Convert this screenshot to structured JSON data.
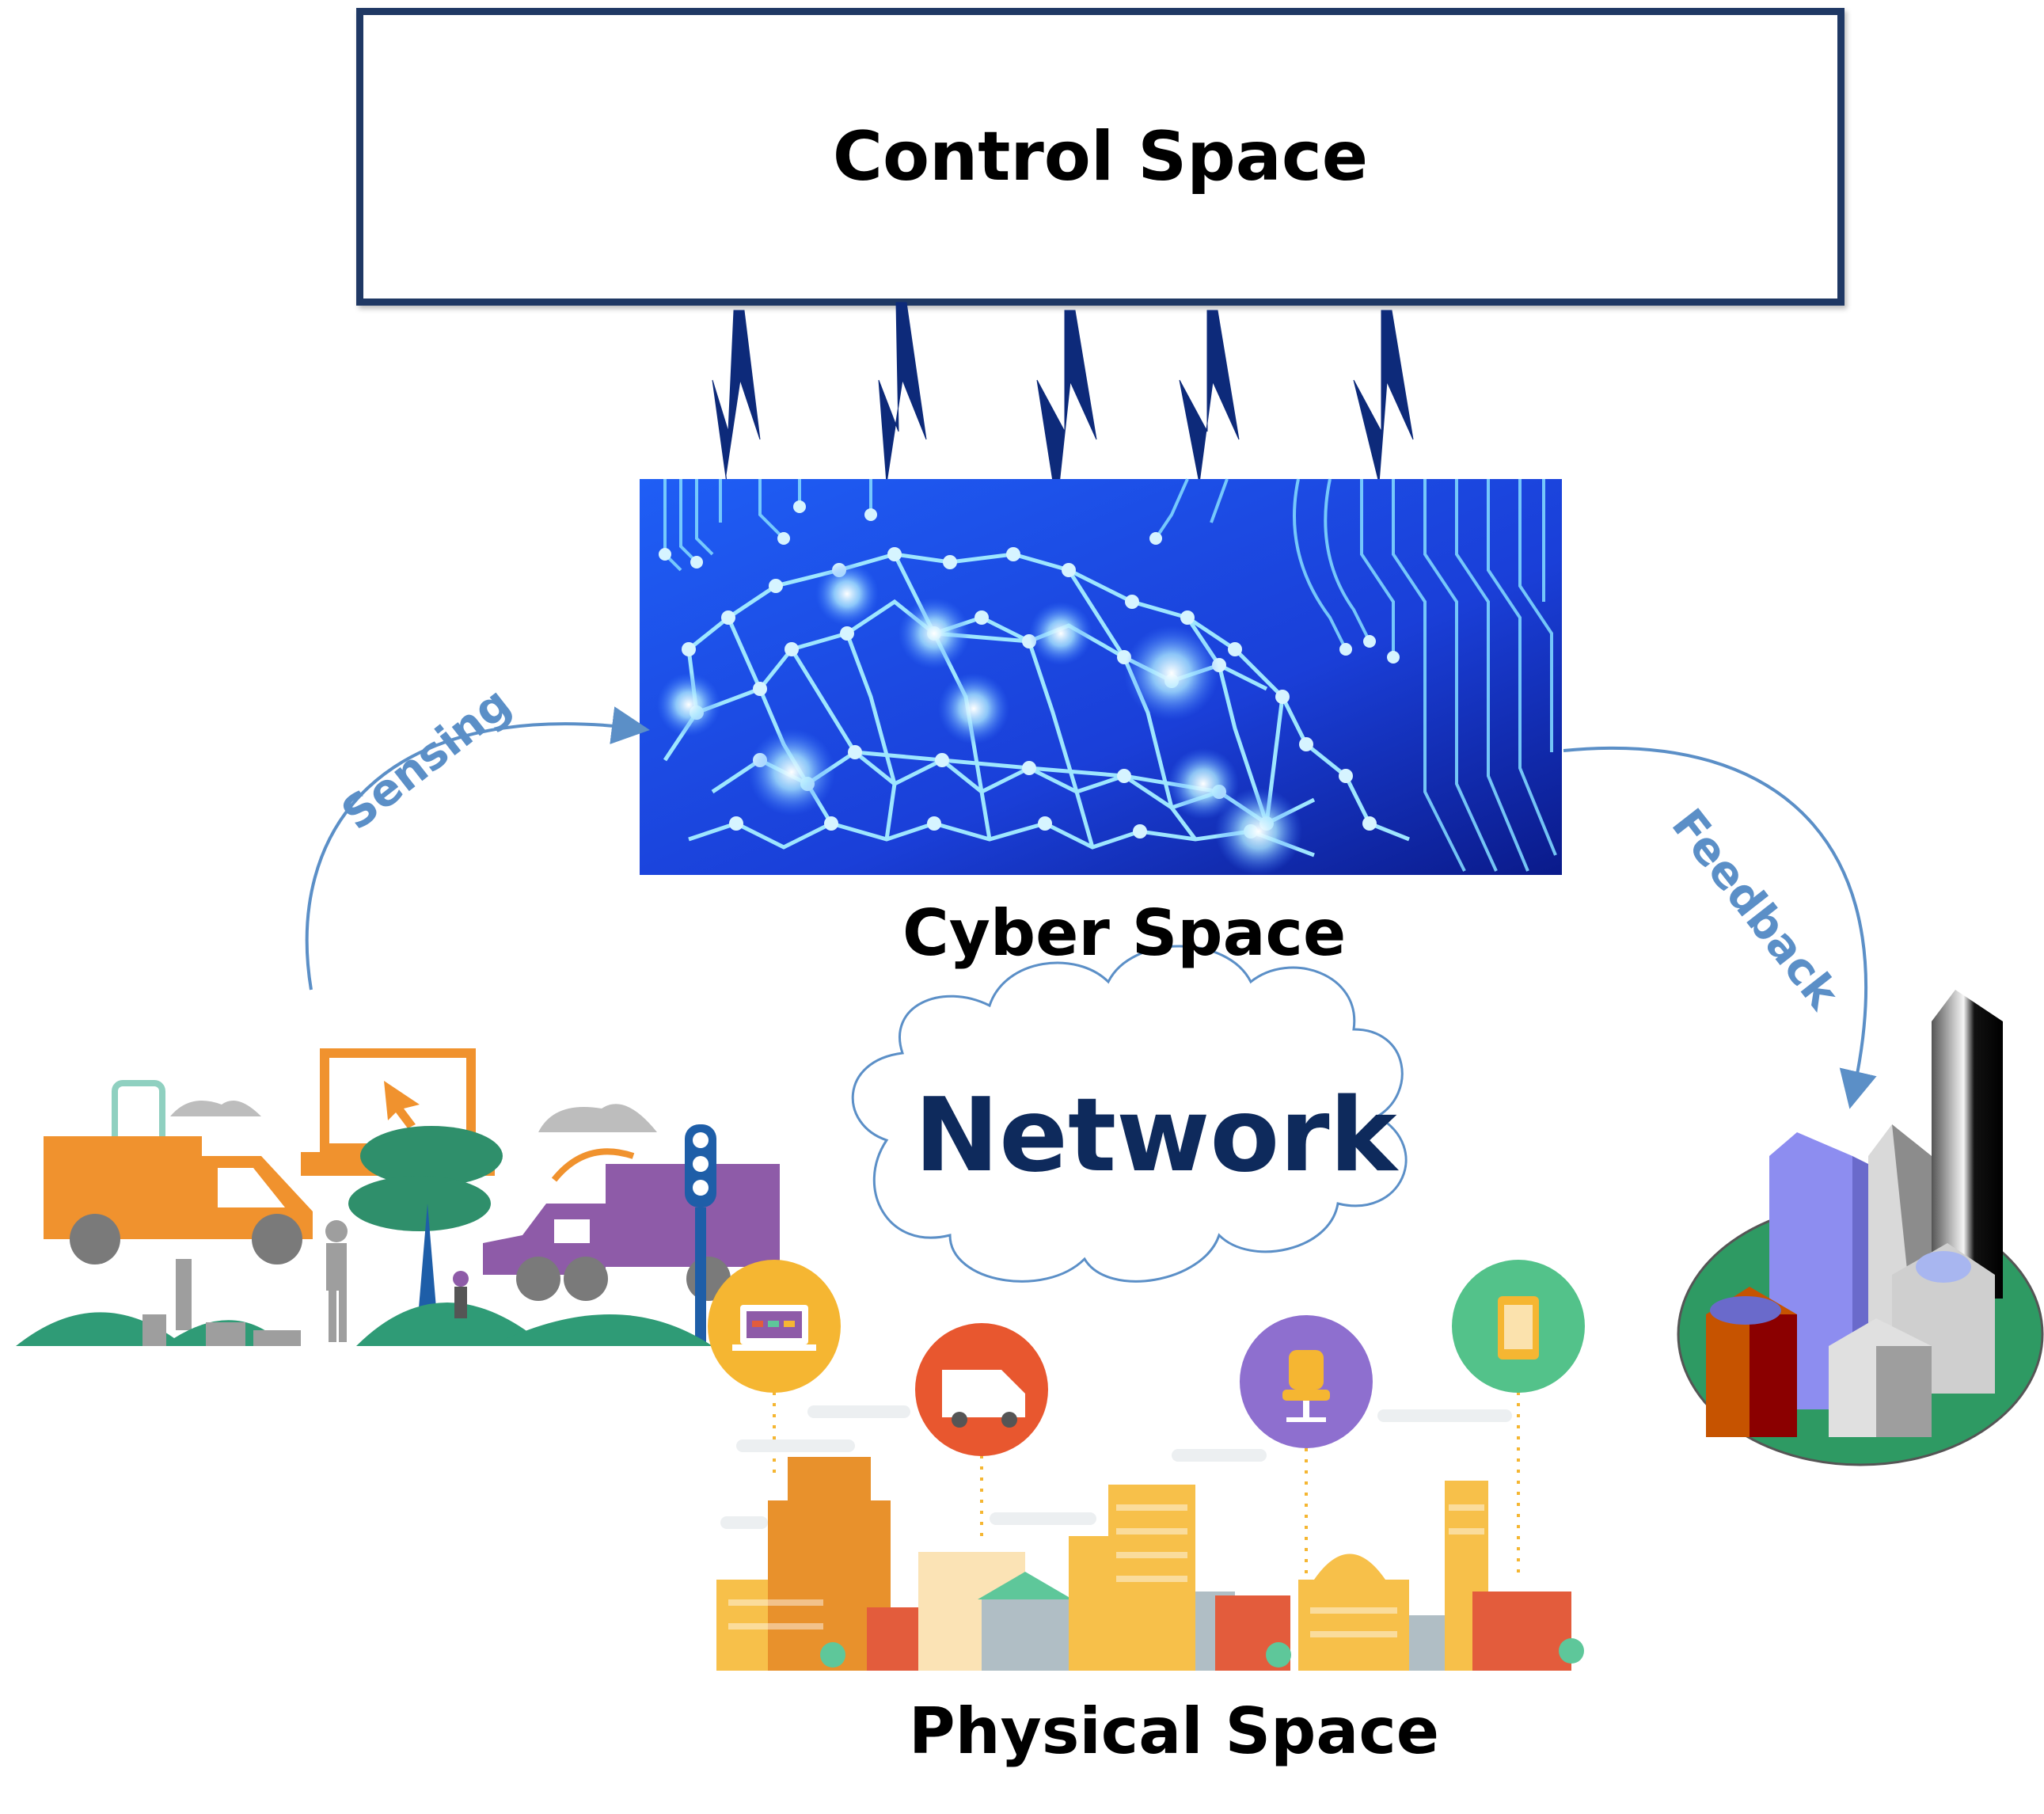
{
  "control_space": {
    "label": "Control Space"
  },
  "cyber_space": {
    "label": "Cyber Space"
  },
  "network": {
    "label": "Network"
  },
  "physical_space": {
    "label": "Physical Space"
  },
  "arrows": {
    "sensing": "Sensing",
    "feedback": "Feedback"
  },
  "colors": {
    "frame": "#1f3864",
    "bolt": "#0d2a7a",
    "arrow": "#5b8fc7",
    "network_text": "#0e2a5c",
    "circuit_bg": "#1b3fd6"
  }
}
